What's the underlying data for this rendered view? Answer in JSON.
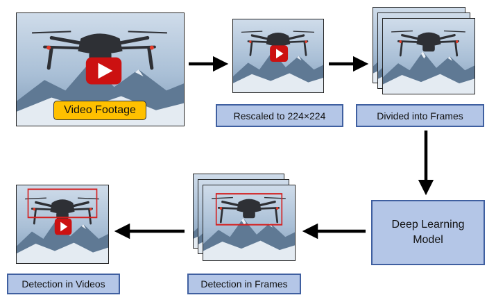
{
  "nodes": {
    "video_footage": "Video Footage",
    "rescaled": "Rescaled to 224×224",
    "divided": "Divided into Frames",
    "model_line1": "Deep Learning",
    "model_line2": "Model",
    "detection_frames": "Detection in Frames",
    "detection_videos": "Detection in Videos"
  },
  "colors": {
    "label_fill": "#b4c6e7",
    "label_border": "#3f5fa0",
    "video_tag": "#ffc000",
    "play_button": "#cc1111",
    "detection_box": "#d42020"
  },
  "icons": [
    "drone-image",
    "play-button-icon",
    "detection-box",
    "arrow"
  ]
}
